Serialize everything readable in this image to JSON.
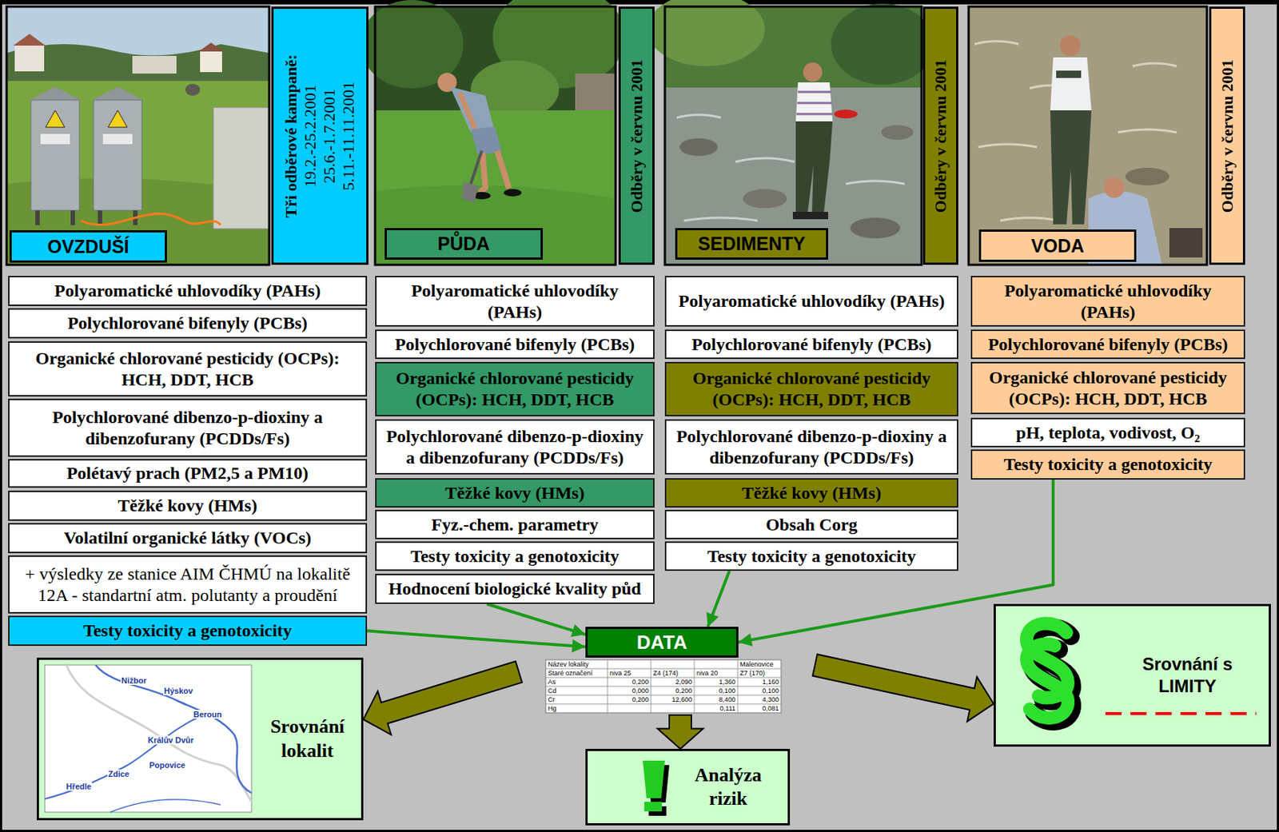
{
  "diagram": {
    "nodes": [
      {
        "text": [
          "OVZDUŠÍ"
        ]
      },
      {
        "text": [
          "Tři odběrové kampaně:",
          "19.2.-25.2.2001",
          "25.6.-1.7.2001",
          "5.11.-11.11.2001"
        ]
      },
      {
        "text": [
          "PŮDA"
        ]
      },
      {
        "text": [
          "Odběry v červnu 2001"
        ]
      },
      {
        "text": [
          "SEDIMENTY"
        ]
      },
      {
        "text": [
          "Odběry v červnu 2001"
        ]
      },
      {
        "text": [
          "VODA"
        ]
      },
      {
        "text": [
          "Odběry v červnu 2001"
        ]
      },
      {
        "text": [
          "Polyaromatické uhlovodíky (PAHs)"
        ]
      },
      {
        "text": [
          "Polychlorované bifenyly (PCBs)"
        ]
      },
      {
        "text": [
          "Organické chlorované pesticidy (OCPs): HCH, DDT, HCB"
        ]
      },
      {
        "text": [
          "Polychlorované dibenzo-p-dioxiny a dibenzofurany (PCDDs/Fs)"
        ]
      },
      {
        "text": [
          "Polétavý prach (PM2,5 a PM10)"
        ]
      },
      {
        "text": [
          "Těžké kovy (HMs)"
        ]
      },
      {
        "text": [
          "Volatilní organické látky (VOCs)"
        ]
      },
      {
        "text": [
          "+ výsledky ze stanice AIM ČHMÚ na lokalitě 12A - standartní atm. polutanty a proudění"
        ]
      },
      {
        "text": [
          "Testy toxicity a genotoxicity"
        ]
      },
      {
        "text": [
          "Polyaromatické uhlovodíky (PAHs)"
        ]
      },
      {
        "text": [
          "Polychlorované bifenyly (PCBs)"
        ]
      },
      {
        "text": [
          "Organické chlorované pesticidy (OCPs): HCH, DDT, HCB"
        ]
      },
      {
        "text": [
          "Polychlorované dibenzo-p-dioxiny a dibenzofurany (PCDDs/Fs)"
        ]
      },
      {
        "text": [
          "Těžké kovy (HMs)"
        ]
      },
      {
        "text": [
          "Fyz.-chem. parametry"
        ]
      },
      {
        "text": [
          "Testy toxicity a genotoxicity"
        ]
      },
      {
        "text": [
          "Hodnocení biologické kvality půd"
        ]
      },
      {
        "text": [
          "Polyaromatické uhlovodíky (PAHs)"
        ]
      },
      {
        "text": [
          "Polychlorované bifenyly (PCBs)"
        ]
      },
      {
        "text": [
          "Organické chlorované pesticidy (OCPs): HCH, DDT, HCB"
        ]
      },
      {
        "text": [
          "Polychlorované dibenzo-p-dioxiny a dibenzofurany (PCDDs/Fs)"
        ]
      },
      {
        "text": [
          "Těžké kovy (HMs)"
        ]
      },
      {
        "text": [
          "Obsah Corg"
        ]
      },
      {
        "text": [
          "Testy toxicity a genotoxicity"
        ]
      },
      {
        "text": [
          "Polyaromatické uhlovodíky (PAHs)"
        ]
      },
      {
        "text": [
          "Polychlorované bifenyly (PCBs)"
        ]
      },
      {
        "text": [
          "Organické chlorované pesticidy (OCPs): HCH, DDT, HCB"
        ]
      },
      {
        "text": [
          "pH, teplota, vodivost, O₂"
        ]
      },
      {
        "text": [
          "Testy toxicity a genotoxicity"
        ]
      },
      {
        "text": [
          "DATA"
        ]
      },
      {
        "text": [
          "Srovnání lokalit"
        ]
      },
      {
        "text": [
          "Analýza rizik"
        ]
      },
      {
        "text": [
          "Srovnání s LIMITY"
        ]
      }
    ],
    "edges": [
      {
        "from": 16,
        "to": 37,
        "arrow": "to"
      },
      {
        "from": 24,
        "to": 37,
        "arrow": "to"
      },
      {
        "from": 31,
        "to": 37,
        "arrow": "to"
      },
      {
        "from": 36,
        "to": 37,
        "arrow": "to"
      },
      {
        "from": 37,
        "to": 38,
        "arrow": "to"
      },
      {
        "from": 37,
        "to": 39,
        "arrow": "to"
      },
      {
        "from": 37,
        "to": 40,
        "arrow": "to"
      }
    ],
    "labels": [
      "Nižbor",
      "Hýskov",
      "Beroun",
      "Králův Dvůr",
      "Popovice",
      "Zdice",
      "Hředle",
      "Název lokality",
      "Malenovice",
      "Staré označení",
      "niva 25",
      "Z4 (174)",
      "niva 20",
      "Z7 (170)",
      "As",
      "0,200",
      "2,090",
      "1,360",
      "1,160",
      "Cd",
      "0,000",
      "0,200",
      "0,100",
      "0,100",
      "Cr",
      "0,200",
      "12,600",
      "8,400",
      "4,300",
      "Hg",
      "0,111",
      "0,081"
    ]
  }
}
